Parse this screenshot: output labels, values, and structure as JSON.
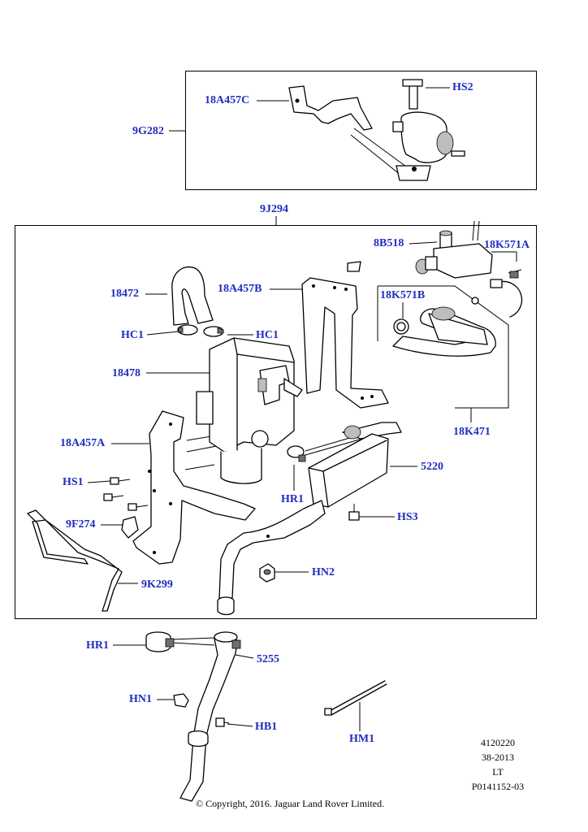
{
  "labels": {
    "l_9G282": "9G282",
    "l_18A457C": "18A457C",
    "l_HS2": "HS2",
    "l_9J294": "9J294",
    "l_8B518": "8B518",
    "l_18K571A": "18K571A",
    "l_18472": "18472",
    "l_18A457B": "18A457B",
    "l_18K571B": "18K571B",
    "l_HC1a": "HC1",
    "l_HC1b": "HC1",
    "l_18478": "18478",
    "l_18K471": "18K471",
    "l_18A457A": "18A457A",
    "l_5220": "5220",
    "l_HS1": "HS1",
    "l_HR1a": "HR1",
    "l_HS3": "HS3",
    "l_9F274": "9F274",
    "l_HN2": "HN2",
    "l_9K299": "9K299",
    "l_HR1b": "HR1",
    "l_5255": "5255",
    "l_HN1": "HN1",
    "l_HB1": "HB1",
    "l_HM1": "HM1"
  },
  "reference": {
    "line1": "4120220",
    "line2": "38-2013",
    "line3": "LT",
    "line4": "P0141152-03"
  },
  "copyright": "© Copyright, 2016. Jaguar Land Rover Limited."
}
